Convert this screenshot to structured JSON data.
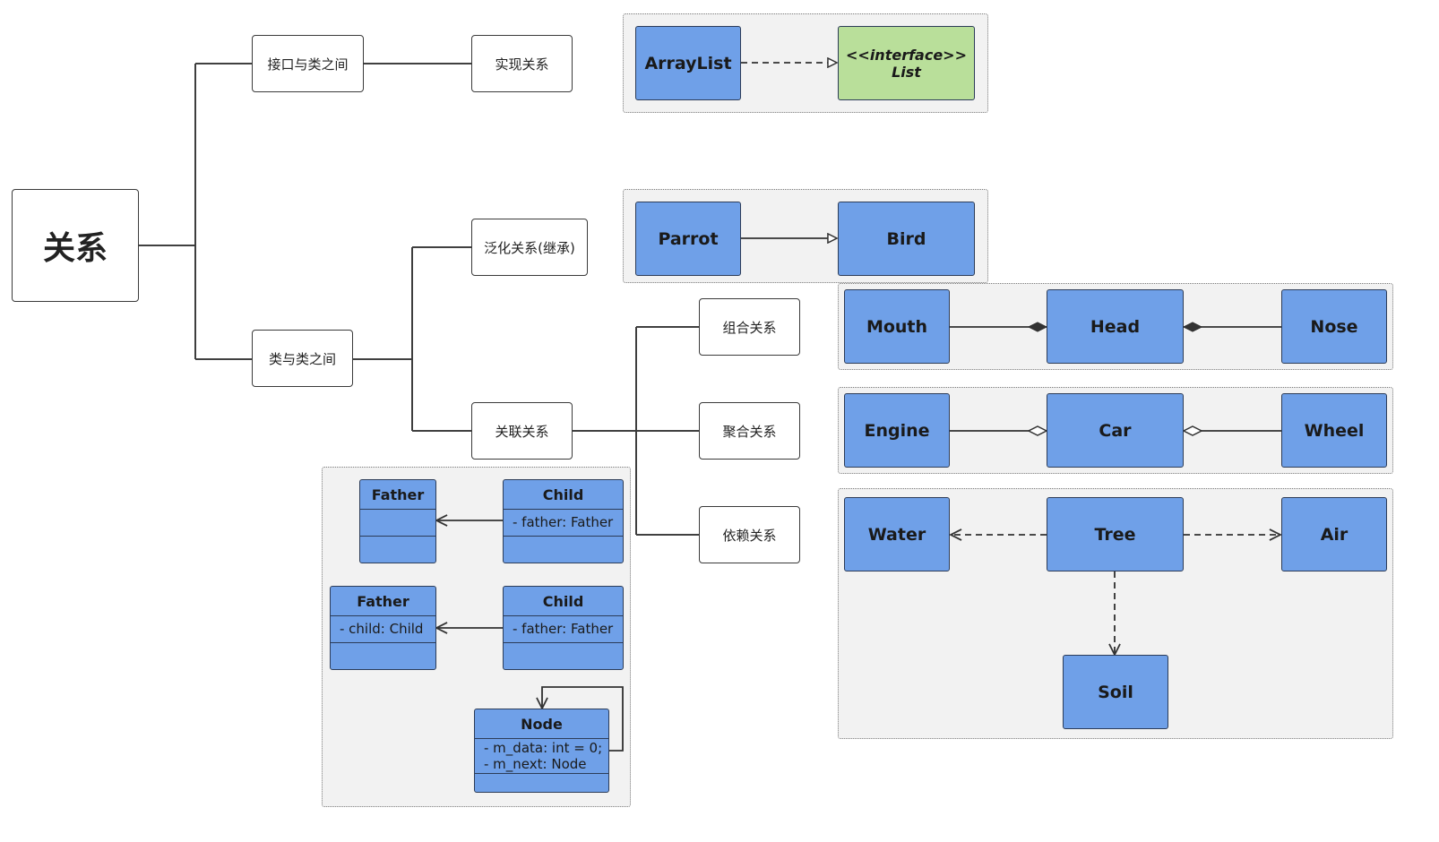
{
  "mindmap": {
    "root": "关系",
    "interface_class": "接口与类之间",
    "realization": "实现关系",
    "class_class": "类与类之间",
    "generalization": "泛化关系(继承)",
    "association": "关联关系",
    "composition": "组合关系",
    "aggregation": "聚合关系",
    "dependency": "依赖关系"
  },
  "realization_example": {
    "impl": "ArrayList",
    "iface_stereotype": "<<interface>>",
    "iface_name": "List"
  },
  "generalization_example": {
    "child": "Parrot",
    "parent": "Bird"
  },
  "composition_example": {
    "left": "Mouth",
    "center": "Head",
    "right": "Nose"
  },
  "aggregation_example": {
    "left": "Engine",
    "center": "Car",
    "right": "Wheel"
  },
  "dependency_example": {
    "left": "Water",
    "center": "Tree",
    "right": "Air",
    "bottom": "Soil"
  },
  "association_example": {
    "unidirectional": {
      "target": "Father",
      "source": "Child",
      "source_attr": "- father: Father"
    },
    "bidirectional": {
      "left": "Father",
      "left_attr": "- child: Child",
      "right": "Child",
      "right_attr": "- father: Father"
    },
    "self": {
      "name": "Node",
      "attr1": "- m_data: int = 0;",
      "attr2": "- m_next: Node"
    }
  },
  "colors": {
    "class_fill": "#6fa0e8",
    "interface_fill": "#b9df9a",
    "group_fill": "#f2f2f2",
    "line": "#3a3a3a"
  }
}
